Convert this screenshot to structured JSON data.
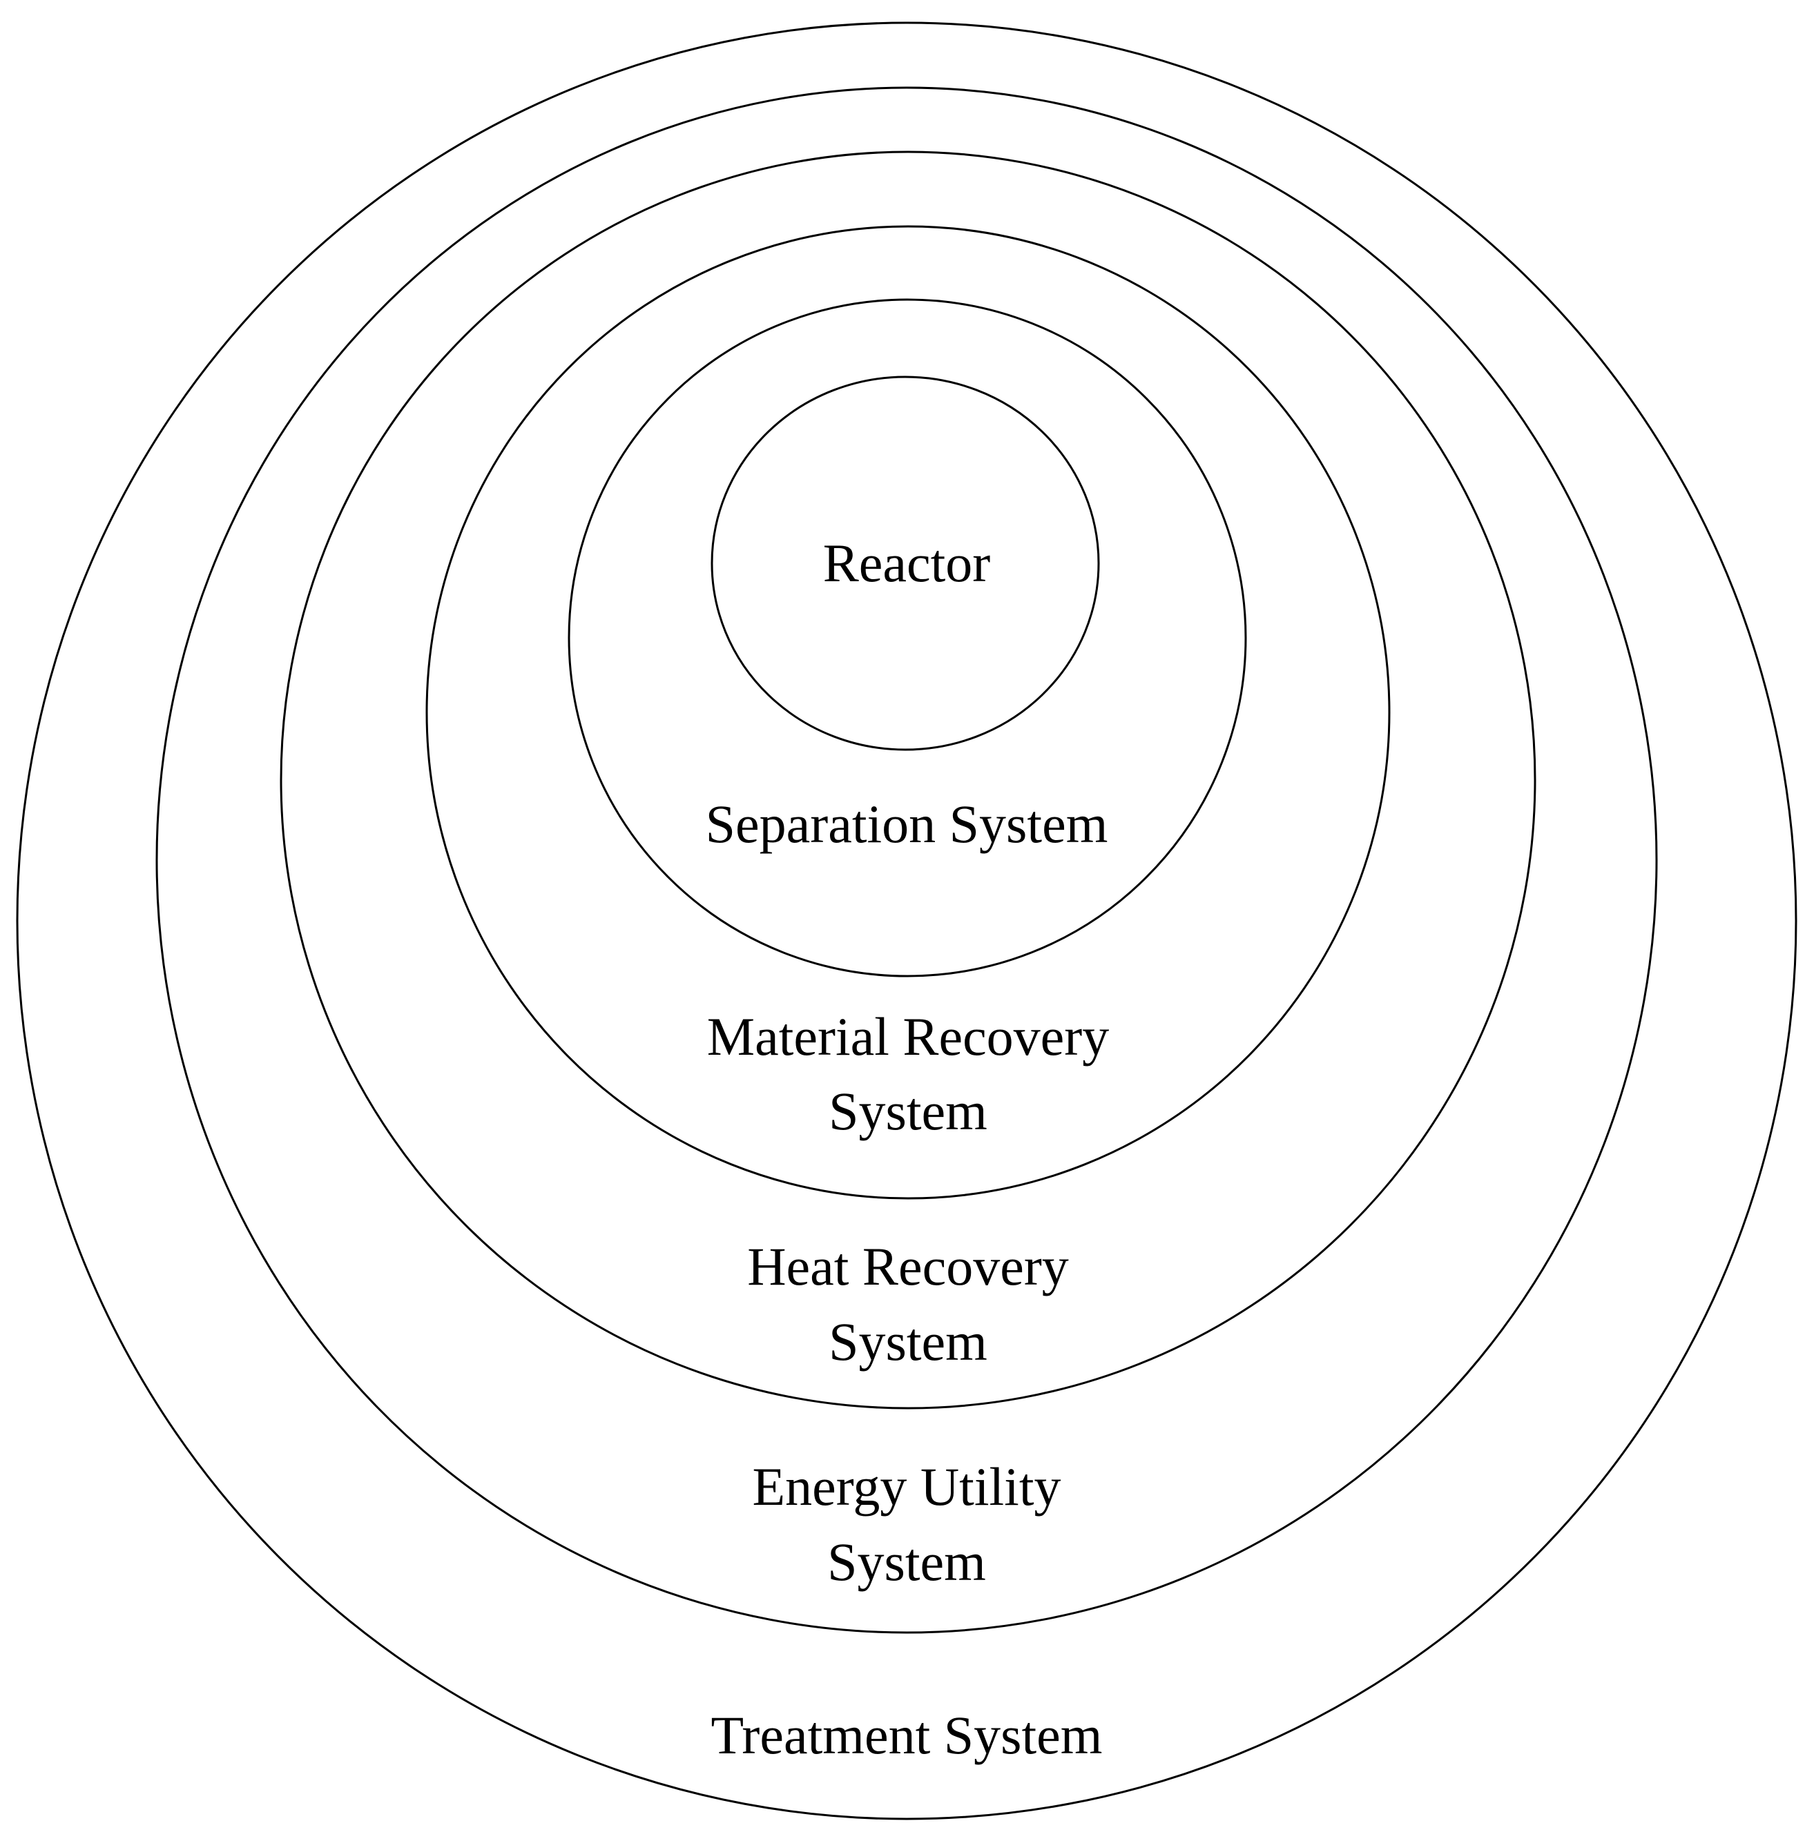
{
  "diagram": {
    "layers": [
      {
        "id": "reactor",
        "lines": [
          "Reactor"
        ]
      },
      {
        "id": "separation",
        "lines": [
          "Separation System"
        ]
      },
      {
        "id": "material-recovery",
        "lines": [
          "Material Recovery",
          "System"
        ]
      },
      {
        "id": "heat-recovery",
        "lines": [
          "Heat Recovery",
          "System"
        ]
      },
      {
        "id": "energy-utility",
        "lines": [
          "Energy Utility",
          "System"
        ]
      },
      {
        "id": "treatment",
        "lines": [
          "Treatment System"
        ]
      }
    ]
  }
}
